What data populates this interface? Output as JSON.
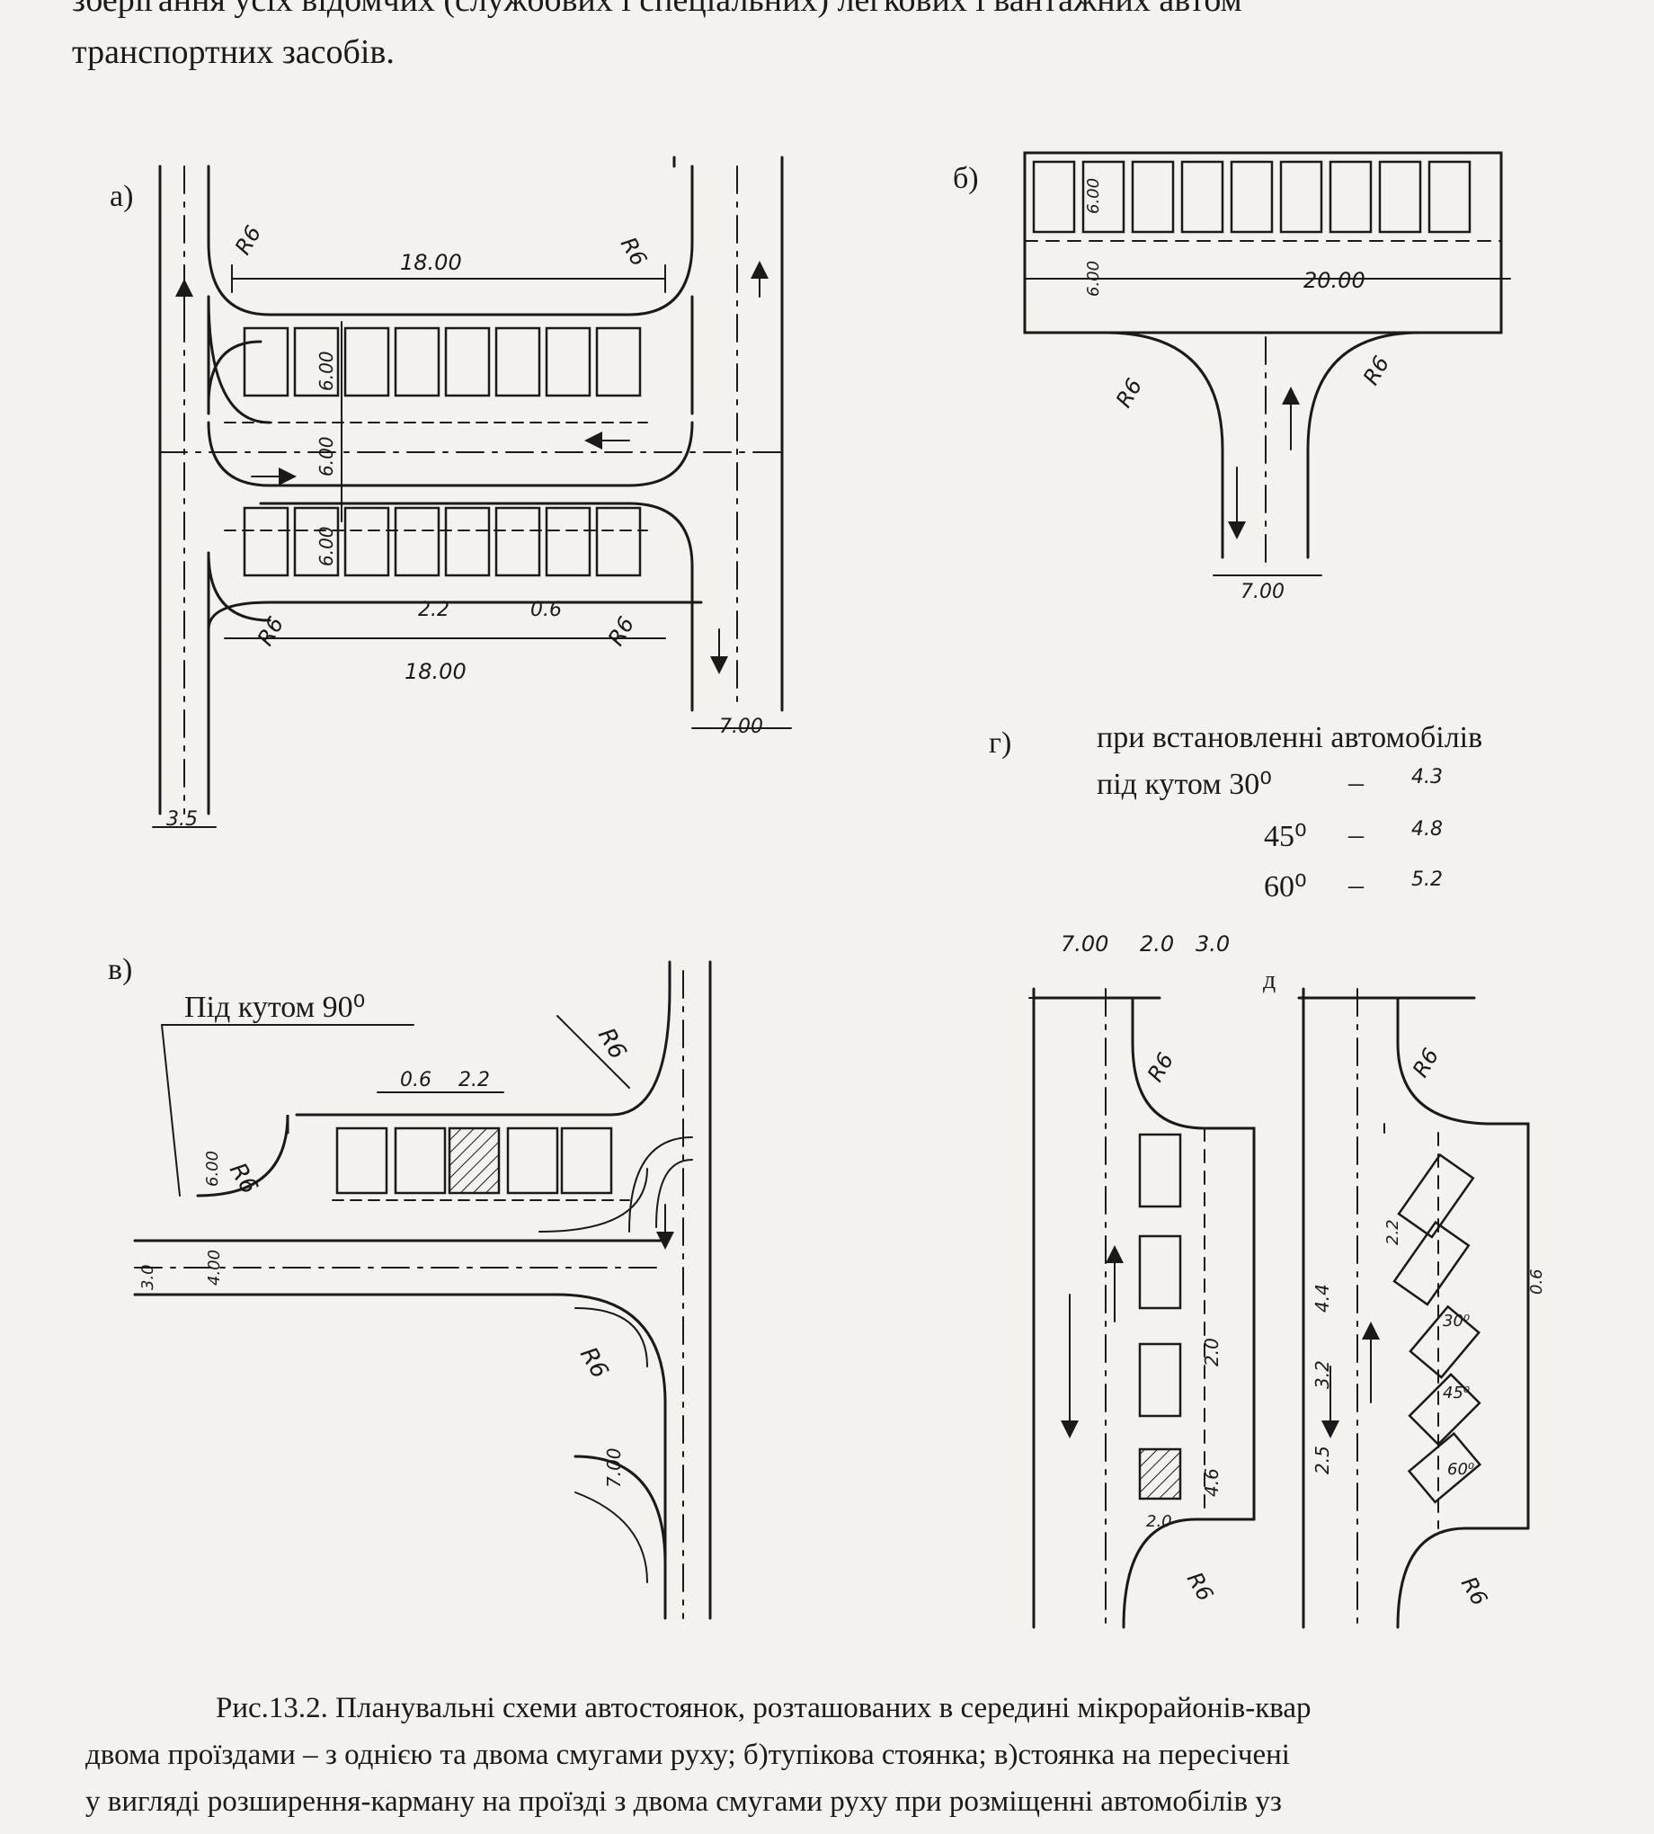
{
  "header_text": {
    "line1": "зберігання усіх відомчих (службових і спеціальних) легкових і вантажних автом",
    "line2": "транспортних засобів."
  },
  "panel_labels": {
    "a": "а)",
    "b": "б)",
    "v": "в)",
    "g": "г)",
    "d": "д"
  },
  "panel_a": {
    "dims": {
      "width_top": "18.00",
      "width_bottom": "18.00",
      "radius": "R6",
      "stall_depth_top": "6.00",
      "stall_depth_bottom": "6.00",
      "aisle": "6.00",
      "stall_width": "2.2",
      "gap": "0.6",
      "lane_right": "7.00",
      "lane_left": "3.5"
    }
  },
  "panel_b": {
    "dims": {
      "stall_depth": "6.00",
      "aisle": "6.00",
      "width": "20.00",
      "radius": "R6",
      "lane": "7.00"
    }
  },
  "panel_g": {
    "title": "при встановленні автомобілів",
    "rows": [
      {
        "angle": "під кутом 30⁰",
        "dash": "–",
        "value": "4.3"
      },
      {
        "angle": "45⁰",
        "dash": "–",
        "value": "4.8"
      },
      {
        "angle": "60⁰",
        "dash": "–",
        "value": "5.2"
      }
    ]
  },
  "panel_v": {
    "angle_label": "Під кутом 90⁰",
    "dims": {
      "gap": "0.6",
      "stall_width": "2.2",
      "radius": "R6",
      "stall_depth": "6.00",
      "lane_a": "3.0",
      "lane_b": "4.00",
      "lane_c": "7.00"
    }
  },
  "panel_lower": {
    "dims": {
      "lane": "7.00",
      "pocket_a": "2.0",
      "pocket_b": "3.0",
      "radius": "R6",
      "stall_len": "2.0",
      "pocket_len": "4.6",
      "stall_w": "2.0",
      "spacing_30": "4.4",
      "spacing_45": "3.2",
      "spacing_60": "2.5",
      "stall_w_angled": "2.2",
      "gap_angled": "0.6",
      "angle_30": "30⁰",
      "angle_45": "45⁰",
      "angle_60": "60⁰"
    }
  },
  "caption": {
    "line1": "Рис.13.2. Планувальні схеми автостоянок, розташованих в середині мікрорайонів-квар",
    "line2": "двома проїздами – з однією та двома смугами руху; б)тупікова стоянка; в)стоянка на пересічені",
    "line3": "у вигляді розширення-карману на проїзді з двома смугами руху при розміщенні автомобілів уз"
  }
}
